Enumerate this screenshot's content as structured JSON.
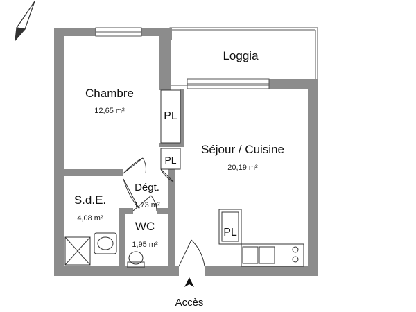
{
  "rooms": {
    "chambre": {
      "name": "Chambre",
      "area": "12,65 m²"
    },
    "loggia": {
      "name": "Loggia"
    },
    "sejour": {
      "name": "Séjour / Cuisine",
      "area": "20,19 m²"
    },
    "sde": {
      "name": "S.d.E.",
      "area": "4,08 m²"
    },
    "degt": {
      "name": "Dégt.",
      "area": "1,73 m²"
    },
    "wc": {
      "name": "WC",
      "area": "1,95 m²"
    }
  },
  "placards": {
    "upper": "PL",
    "middle": "PL",
    "kitchen": "PL"
  },
  "access": {
    "label": "Accès"
  },
  "icons": {
    "compass": "north-arrow-icon",
    "access": "entrance-arrow-icon"
  },
  "colors": {
    "wall": "#8c8c8c",
    "line": "#333333",
    "text": "#111111"
  }
}
